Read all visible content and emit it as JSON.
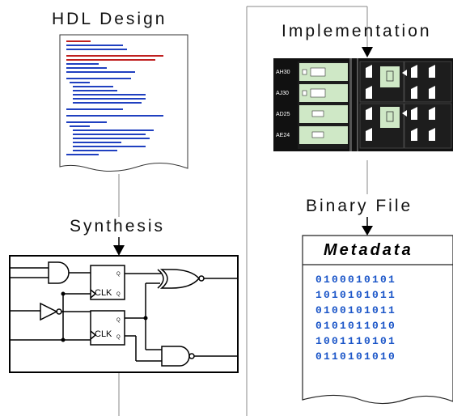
{
  "labels": {
    "hdl": "HDL Design",
    "synthesis": "Synthesis",
    "implementation": "Implementation",
    "binary": "Binary File"
  },
  "binary_file": {
    "header": "Metadata",
    "bits": [
      "0100010101",
      "1010101011",
      "0100101011",
      "0101011010",
      "1001110101",
      "0110101010"
    ]
  },
  "implementation": {
    "pins": [
      "AH30",
      "AJ30",
      "AD25",
      "AE24"
    ]
  },
  "synthesis": {
    "clock_label": "CLK"
  },
  "colors": {
    "code_blue": "#2040c0",
    "code_red": "#c02020",
    "bits_blue": "#1a55c8",
    "pcb_black": "#111111",
    "cell_green": "#cfe8c6"
  }
}
